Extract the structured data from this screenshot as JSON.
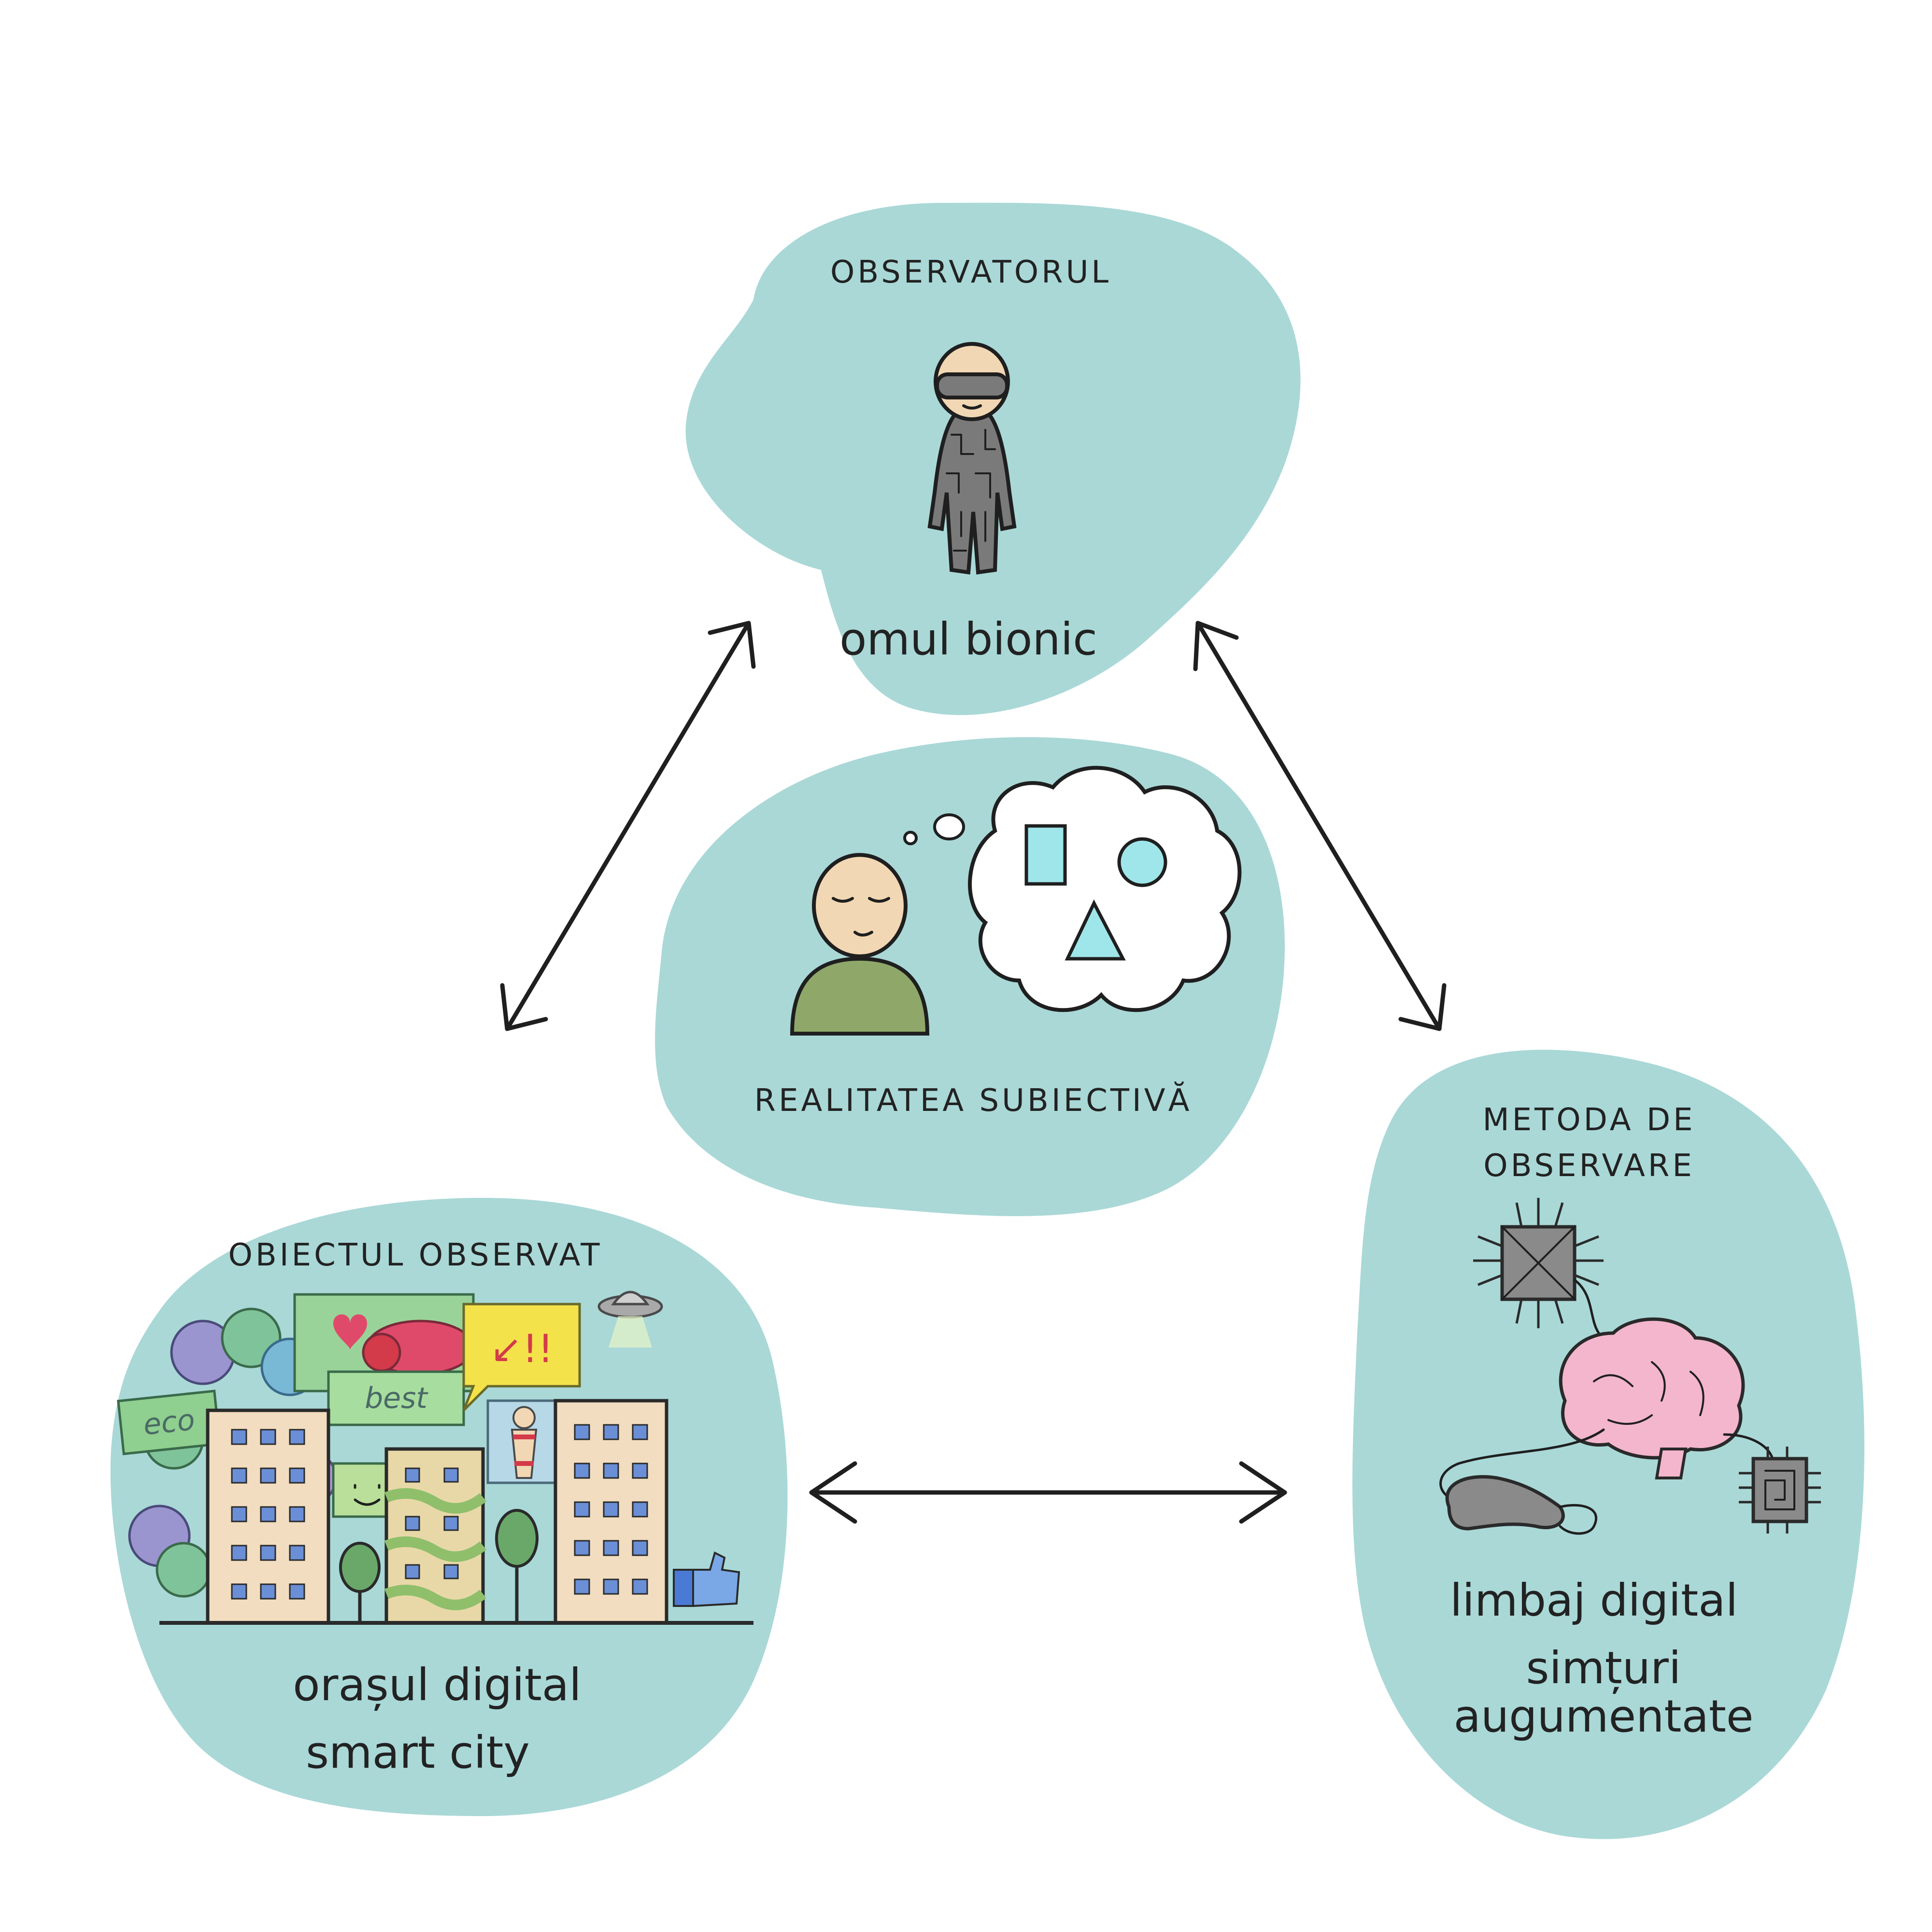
{
  "nodes": {
    "observer": {
      "title": "OBSERVATORUL",
      "caption": "omul bionic",
      "icon": "bionic-man-icon"
    },
    "subjective": {
      "caption": "REALITATEA SUBIECTIVĂ",
      "icon": "thinking-person-icon"
    },
    "object": {
      "title": "OBIECTUL OBSERVAT",
      "caption_line1": "orașul digital",
      "caption_line2": "smart city",
      "icon": "digital-city-icon",
      "sign_eco": "eco",
      "sign_best": "best",
      "sign_alert": "↙!!"
    },
    "method": {
      "title_line1": "METODA DE",
      "title_line2": "OBSERVARE",
      "caption_line1": "limbaj digital",
      "caption_line2": "simțuri",
      "caption_line3": "augumentate",
      "icon": "brain-chip-icon"
    }
  },
  "arrows": [
    {
      "from": "observer",
      "to": "object",
      "type": "bidirectional"
    },
    {
      "from": "observer",
      "to": "method",
      "type": "bidirectional"
    },
    {
      "from": "object",
      "to": "method",
      "type": "bidirectional"
    }
  ],
  "colors": {
    "blob": "#a9d8d7",
    "ink": "#1f1f1f",
    "skin": "#f1d7b3",
    "shirt": "#8fa86a",
    "suit": "#7a7a7a",
    "shape_fill": "#9fe6ea",
    "brain": "#f3b6cc",
    "building": "#f2ddc0"
  }
}
